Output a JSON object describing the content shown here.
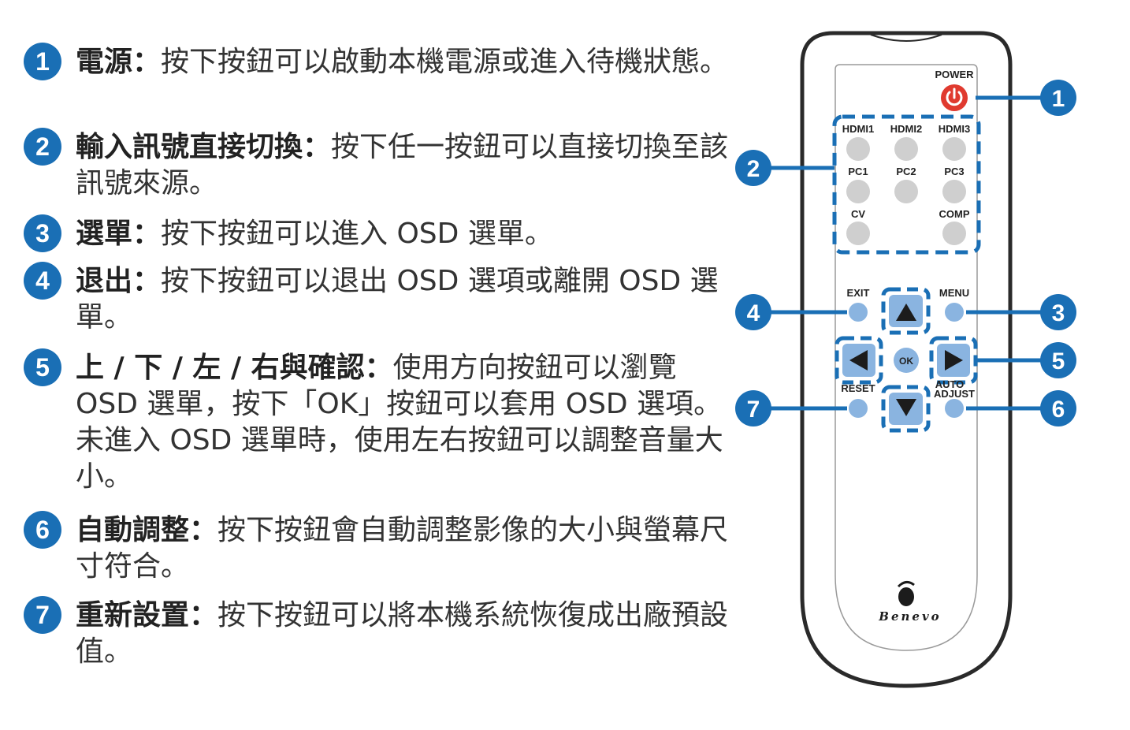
{
  "items": [
    {
      "num": "1",
      "title": "電源",
      "colon": "：",
      "desc": "按下按鈕可以啟動本機電源或進入待機狀態。"
    },
    {
      "num": "2",
      "title": "輸入訊號直接切換",
      "colon": "：",
      "desc": "按下任一按鈕可以直接切換至該訊號來源。"
    },
    {
      "num": "3",
      "title": "選單",
      "colon": "：",
      "desc": "按下按鈕可以進入 OSD 選單。"
    },
    {
      "num": "4",
      "title": "退出",
      "colon": "：",
      "desc": "按下按鈕可以退出 OSD 選項或離開 OSD 選單。"
    },
    {
      "num": "5",
      "title": "上 / 下 / 左 / 右與確認",
      "colon": "：",
      "desc": "使用方向按鈕可以瀏覽 OSD 選單，按下「OK」按鈕可以套用 OSD 選項。未進入 OSD 選單時，使用左右按鈕可以調整音量大小。"
    },
    {
      "num": "6",
      "title": "自動調整",
      "colon": "：",
      "desc": "按下按鈕會自動調整影像的大小與螢幕尺寸符合。"
    },
    {
      "num": "7",
      "title": "重新設置",
      "colon": "：",
      "desc": "按下按鈕可以將本機系統恢復成出廠預設值。"
    }
  ],
  "remote": {
    "power_label": "POWER",
    "source_labels": [
      "HDMI1",
      "HDMI2",
      "HDMI3",
      "PC1",
      "PC2",
      "PC3",
      "CV",
      "COMP"
    ],
    "exit_label": "EXIT",
    "menu_label": "MENU",
    "ok_label": "OK",
    "reset_label": "RESET",
    "auto_label": "AUTO",
    "adjust_label": "ADJUST",
    "brand": "Benevo",
    "callouts": [
      "1",
      "2",
      "3",
      "4",
      "5",
      "6",
      "7"
    ]
  },
  "colors": {
    "accent": "#1a6fb5",
    "power": "#e03a2f",
    "light_button": "#8ab4e0",
    "gray_button": "#cfcfcf"
  }
}
